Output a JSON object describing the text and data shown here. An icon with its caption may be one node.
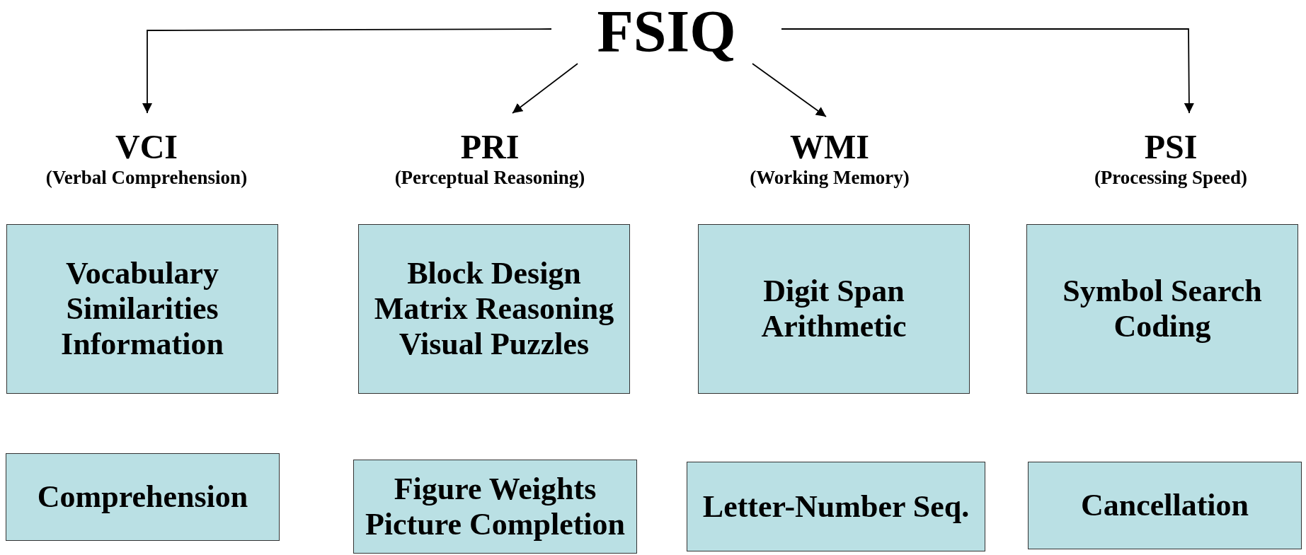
{
  "diagram": {
    "nodes": [
      {
        "text": [
          "FSIQ"
        ]
      },
      {
        "text": [
          "VCI",
          "(Verbal Comprehension)"
        ]
      },
      {
        "text": [
          "PRI",
          "(Perceptual Reasoning)"
        ]
      },
      {
        "text": [
          "WMI",
          "(Working Memory)"
        ]
      },
      {
        "text": [
          "PSI",
          "(Processing Speed)"
        ]
      },
      {
        "text": [
          "Vocabulary",
          "Similarities",
          "Information"
        ]
      },
      {
        "text": [
          "Block Design",
          "Matrix Reasoning",
          "Visual Puzzles"
        ]
      },
      {
        "text": [
          "Digit Span",
          "Arithmetic"
        ]
      },
      {
        "text": [
          "Symbol Search",
          "Coding"
        ]
      },
      {
        "text": [
          "Comprehension"
        ]
      },
      {
        "text": [
          "Figure Weights",
          "Picture Completion"
        ]
      },
      {
        "text": [
          "Letter-Number Seq."
        ]
      },
      {
        "text": [
          "Cancellation"
        ]
      }
    ],
    "edges": [
      {
        "from": 0,
        "to": 1,
        "arrow": "to"
      },
      {
        "from": 0,
        "to": 2,
        "arrow": "to"
      },
      {
        "from": 0,
        "to": 3,
        "arrow": "to"
      },
      {
        "from": 0,
        "to": 4,
        "arrow": "to"
      }
    ]
  }
}
